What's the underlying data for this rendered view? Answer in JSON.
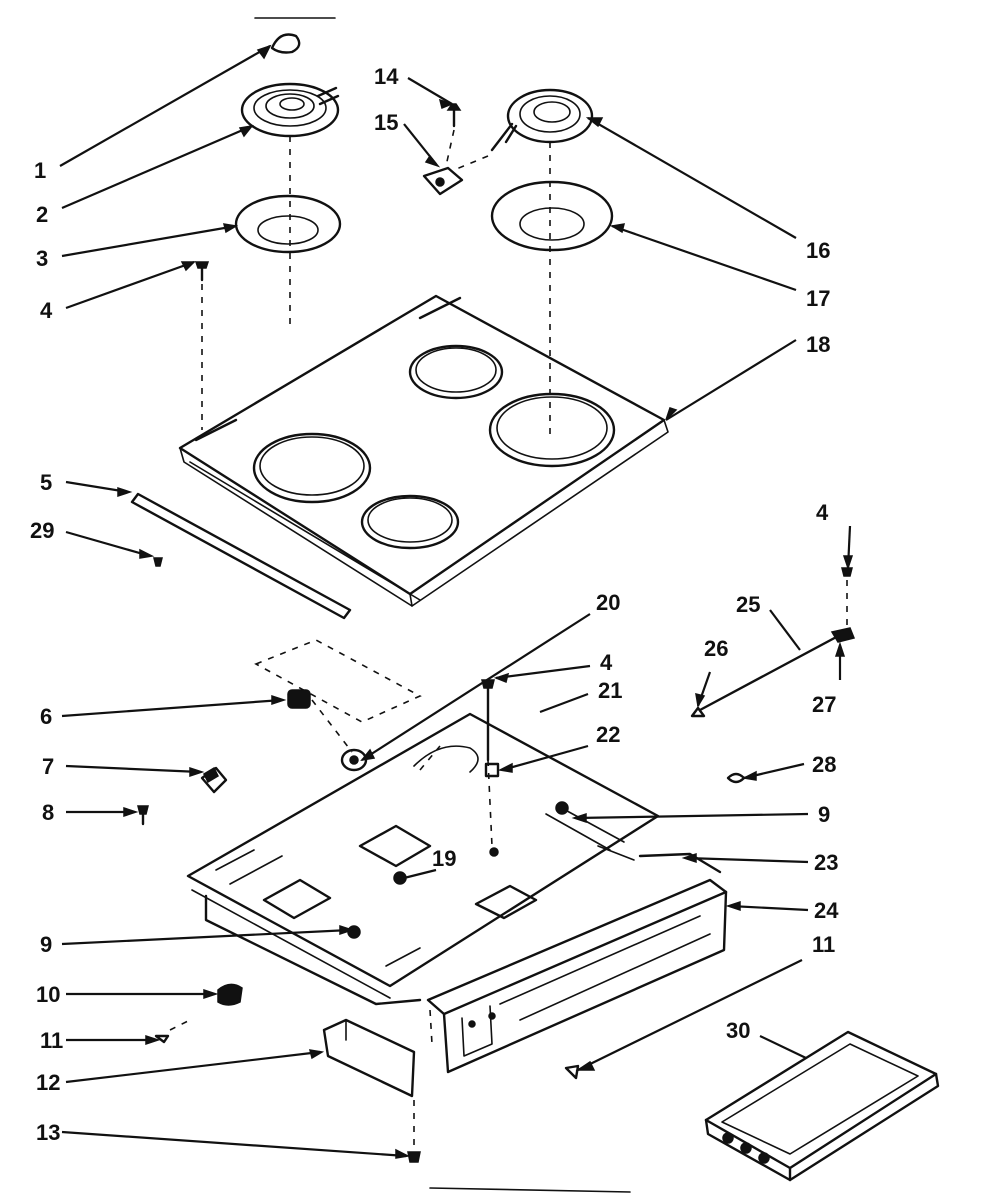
{
  "diagram": {
    "callouts": [
      {
        "id": "c1",
        "text": "1"
      },
      {
        "id": "c2",
        "text": "2"
      },
      {
        "id": "c3",
        "text": "3"
      },
      {
        "id": "c4a",
        "text": "4"
      },
      {
        "id": "c5",
        "text": "5"
      },
      {
        "id": "c29",
        "text": "29"
      },
      {
        "id": "c14",
        "text": "14"
      },
      {
        "id": "c15",
        "text": "15"
      },
      {
        "id": "c16",
        "text": "16"
      },
      {
        "id": "c17",
        "text": "17"
      },
      {
        "id": "c18",
        "text": "18"
      },
      {
        "id": "c20",
        "text": "20"
      },
      {
        "id": "c4b",
        "text": "4"
      },
      {
        "id": "c21",
        "text": "21"
      },
      {
        "id": "c22",
        "text": "22"
      },
      {
        "id": "c4c",
        "text": "4"
      },
      {
        "id": "c25",
        "text": "25"
      },
      {
        "id": "c26",
        "text": "26"
      },
      {
        "id": "c27",
        "text": "27"
      },
      {
        "id": "c28",
        "text": "28"
      },
      {
        "id": "c6",
        "text": "6"
      },
      {
        "id": "c7",
        "text": "7"
      },
      {
        "id": "c8",
        "text": "8"
      },
      {
        "id": "c9a",
        "text": "9"
      },
      {
        "id": "c19",
        "text": "19"
      },
      {
        "id": "c23",
        "text": "23"
      },
      {
        "id": "c24",
        "text": "24"
      },
      {
        "id": "c9b",
        "text": "9"
      },
      {
        "id": "c11a",
        "text": "11"
      },
      {
        "id": "c10",
        "text": "10"
      },
      {
        "id": "c11b",
        "text": "11"
      },
      {
        "id": "c12",
        "text": "12"
      },
      {
        "id": "c13",
        "text": "13"
      },
      {
        "id": "c30",
        "text": "30"
      }
    ]
  }
}
